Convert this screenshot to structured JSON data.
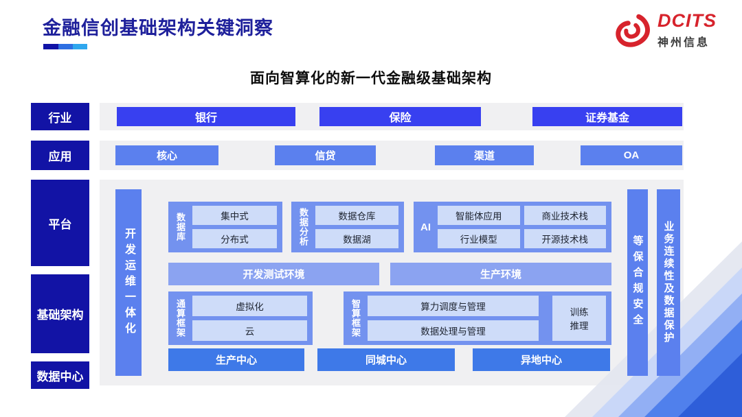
{
  "header": {
    "title": "金融信创基础架构关键洞察",
    "logo": {
      "brand": "DCITS",
      "company": "神州信息"
    }
  },
  "subtitle": "面向智算化的新一代金融级基础架构",
  "rows": {
    "labels": [
      "行业",
      "应用",
      "平台",
      "基础架构",
      "数据中心"
    ]
  },
  "industry": {
    "items": [
      "银行",
      "保险",
      "证券基金"
    ]
  },
  "application": {
    "items": [
      "核心",
      "信贷",
      "渠道",
      "OA"
    ]
  },
  "platform": {
    "devops_bar": "开发运维一体化",
    "security_bar": "等保合规安全",
    "continuity_bar": "业务连续性及数据保护",
    "database_group": {
      "label": "数据库",
      "items": [
        "集中式",
        "分布式"
      ]
    },
    "analytics_group": {
      "label": "数据分析",
      "items": [
        "数据仓库",
        "数据湖"
      ]
    },
    "ai_group": {
      "label": "AI",
      "items": [
        "智能体应用",
        "商业技术栈",
        "行业模型",
        "开源技术栈"
      ]
    },
    "environments": [
      "开发测试环境",
      "生产环境"
    ],
    "general_framework": {
      "label": "通算框架",
      "items": [
        "虚拟化",
        "云"
      ]
    },
    "intelligent_framework": {
      "label": "智算框架",
      "items": [
        "算力调度与管理",
        "数据处理与管理"
      ],
      "side": "训练\n推理"
    }
  },
  "datacenter": {
    "items": [
      "生产中心",
      "同城中心",
      "异地中心"
    ]
  },
  "colors": {
    "title_navy": "#1E209B",
    "label_navy": "#1213A5",
    "industry_blue": "#3840F0",
    "mid_blue": "#5B80EE",
    "group_blue": "#7392EF",
    "env_blue": "#8BA3F1",
    "light_box": "#CEDCF9",
    "center_blue": "#3E79E8",
    "panel_gray": "#F0F0F2",
    "logo_red": "#D7232C"
  }
}
